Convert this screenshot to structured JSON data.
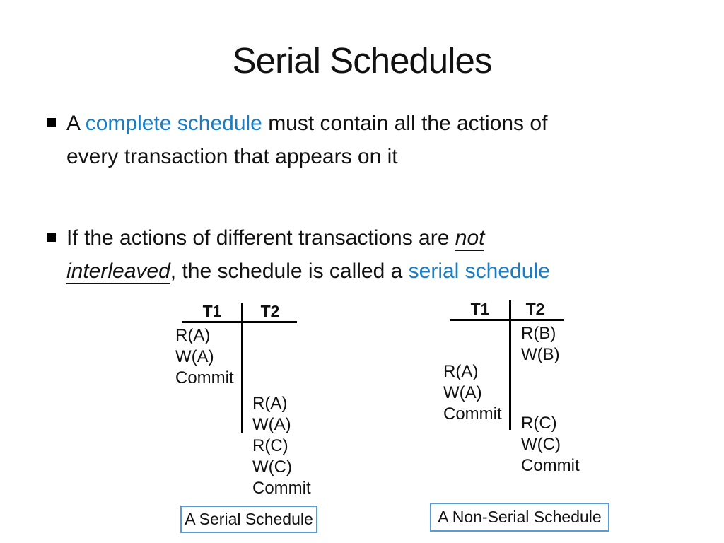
{
  "colors": {
    "accent": "#1b7ec4",
    "caption_border": "#5b9bd5",
    "ink": "#111111"
  },
  "title": "Serial Schedules",
  "bullets": [
    {
      "lines": [
        [
          {
            "text": "A "
          },
          {
            "text": "complete schedule"
          },
          {
            "text": " must contain all the actions of"
          }
        ],
        [
          {
            "text": "every transaction that appears on it"
          }
        ]
      ]
    },
    {
      "lines": [
        [
          {
            "text": "If the actions of different transactions are "
          },
          {
            "text": "not"
          }
        ],
        [
          {
            "text": "interleaved"
          },
          {
            "text": ", the schedule is called a "
          },
          {
            "text": "serial schedule"
          }
        ]
      ]
    }
  ],
  "tables": [
    {
      "col1": "T1",
      "col2": "T2",
      "t1_items": [
        "R(A)",
        "W(A)",
        "Commit"
      ],
      "t2_items": [
        "R(A)",
        "W(A)",
        "R(C)",
        "W(C)",
        "Commit"
      ],
      "caption": "A Serial Schedule"
    },
    {
      "col1": "T1",
      "col2": "T2",
      "t2_top_items": [
        "R(B)",
        "W(B)"
      ],
      "t1_items": [
        "R(A)",
        "W(A)",
        "Commit"
      ],
      "t2_bottom_items": [
        "R(C)",
        "W(C)",
        "Commit"
      ],
      "caption": "A Non-Serial Schedule"
    }
  ]
}
